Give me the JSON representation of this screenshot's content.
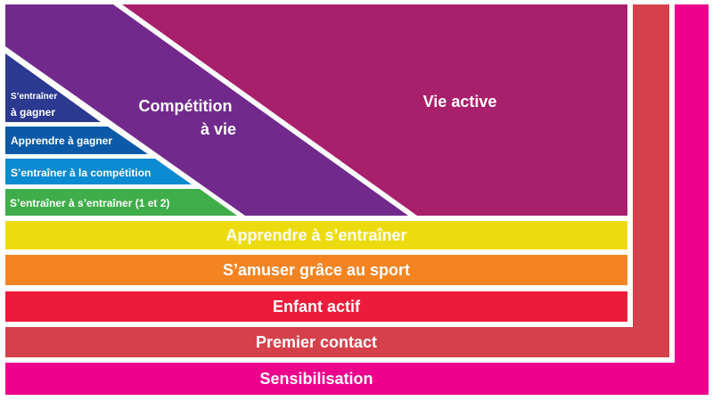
{
  "title": "Développement à long terme",
  "stages": {
    "sensibilisation": {
      "label": "Sensibilisation",
      "color": "#ec008c"
    },
    "premier_contact": {
      "label": "Premier contact",
      "color": "#d4414b"
    },
    "enfant_actif": {
      "label": "Enfant actif",
      "color": "#ed1b3a"
    },
    "samuser": {
      "label": "S’amuser grâce au sport",
      "color": "#f38421"
    },
    "apprendre_sentrainer": {
      "label": "Apprendre à s’entraîner",
      "color": "#ecdc0f"
    },
    "sentrainer_sentrainer": {
      "label": "S’entraîner à s’entraîner (1 et 2)",
      "color": "#3fad49"
    },
    "sentrainer_competition": {
      "label": "S’entraîner à la compétition",
      "color": "#0a8ad0"
    },
    "apprendre_gagner": {
      "label": "Apprendre à gagner",
      "color": "#0a5aa8"
    },
    "sentrainer_gagner": {
      "line1": "S’entraîner",
      "line2": "à gagner",
      "color": "#2b3990"
    },
    "competition_vie": {
      "line1": "Compétition",
      "line2": "à vie",
      "color": "#712a8c"
    },
    "vie_active": {
      "label": "Vie active",
      "color": "#a81f6b"
    }
  }
}
